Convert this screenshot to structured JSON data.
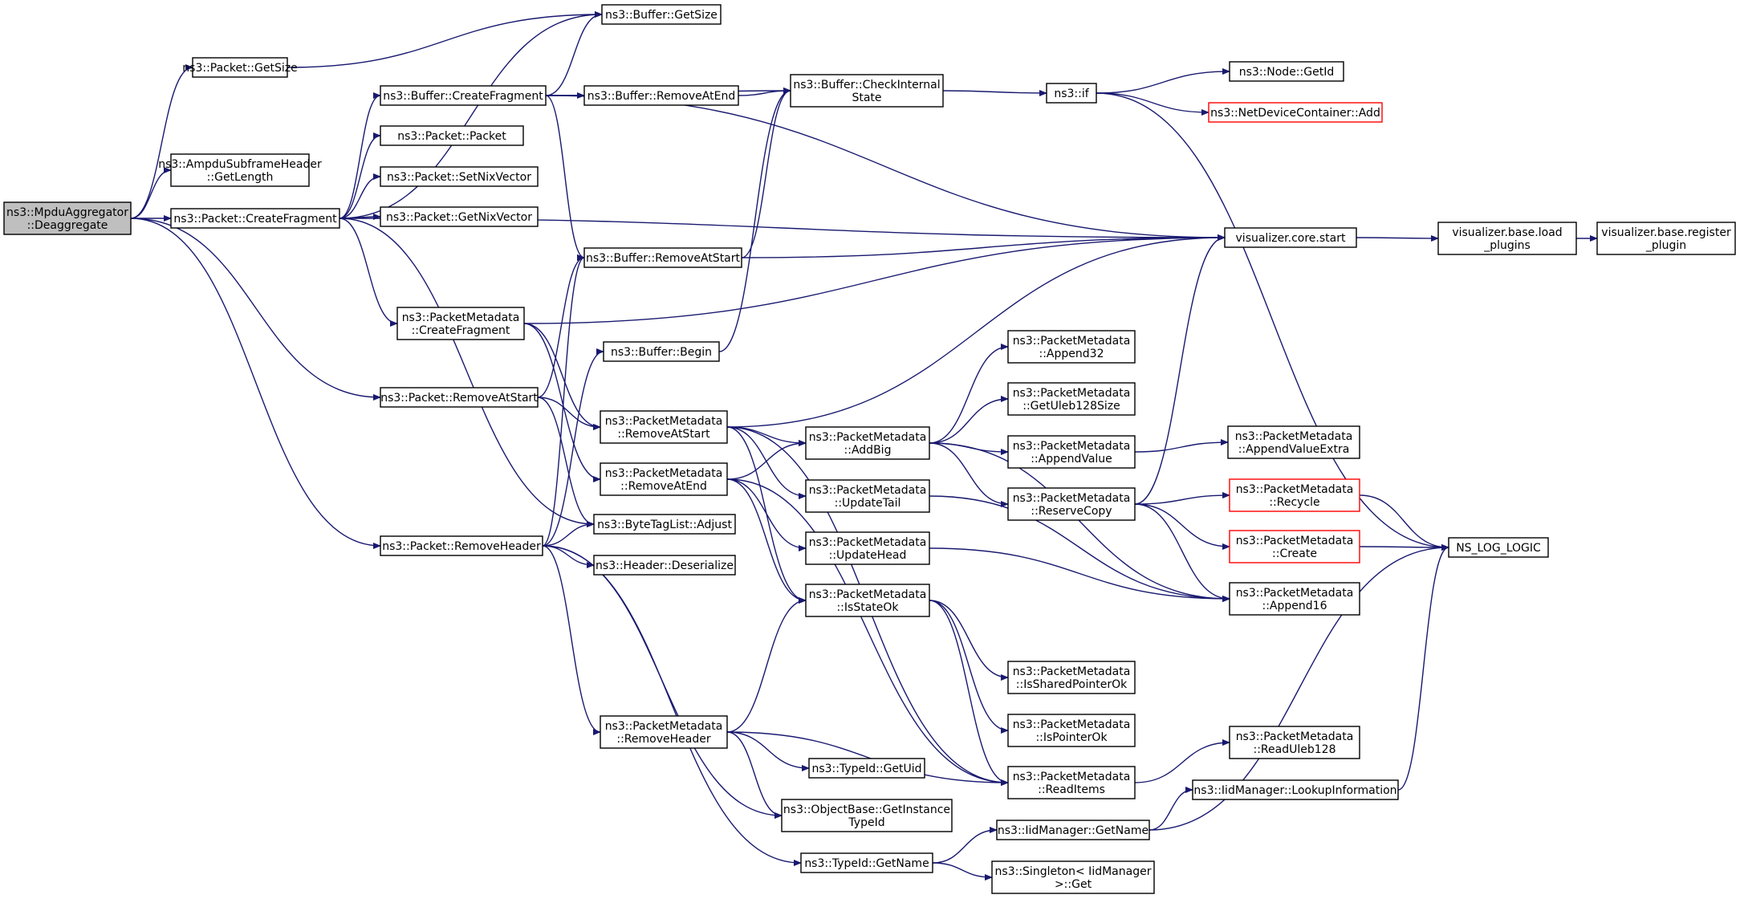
{
  "graph": {
    "title": "",
    "colors": {
      "edge": "#191970",
      "root_fill": "#bfbfbf",
      "node_border": "#000000",
      "truncated_border": "#ff0000",
      "background": "#ffffff"
    },
    "nodes": [
      {
        "id": "root",
        "lines": [
          "ns3::MpduAggregator",
          "::Deaggregate"
        ],
        "root": true
      },
      {
        "id": "pkt_getsize",
        "lines": [
          "ns3::Packet::GetSize"
        ]
      },
      {
        "id": "ampdu_getlength",
        "lines": [
          "ns3::AmpduSubframeHeader",
          "::GetLength"
        ]
      },
      {
        "id": "pkt_createfragment",
        "lines": [
          "ns3::Packet::CreateFragment"
        ]
      },
      {
        "id": "pkt_removeatstart",
        "lines": [
          "ns3::Packet::RemoveAtStart"
        ]
      },
      {
        "id": "pkt_removeheader",
        "lines": [
          "ns3::Packet::RemoveHeader"
        ]
      },
      {
        "id": "buf_getsize",
        "lines": [
          "ns3::Buffer::GetSize"
        ]
      },
      {
        "id": "buf_createfragment",
        "lines": [
          "ns3::Buffer::CreateFragment"
        ]
      },
      {
        "id": "pkt_packet",
        "lines": [
          "ns3::Packet::Packet"
        ]
      },
      {
        "id": "pkt_setnix",
        "lines": [
          "ns3::Packet::SetNixVector"
        ]
      },
      {
        "id": "pkt_getnix",
        "lines": [
          "ns3::Packet::GetNixVector"
        ]
      },
      {
        "id": "pm_createfragment",
        "lines": [
          "ns3::PacketMetadata",
          "::CreateFragment"
        ]
      },
      {
        "id": "buf_removeatend",
        "lines": [
          "ns3::Buffer::RemoveAtEnd"
        ]
      },
      {
        "id": "buf_checkinternal",
        "lines": [
          "ns3::Buffer::CheckInternal",
          "State"
        ]
      },
      {
        "id": "buf_removeatstart",
        "lines": [
          "ns3::Buffer::RemoveAtStart"
        ]
      },
      {
        "id": "buf_begin",
        "lines": [
          "ns3::Buffer::Begin"
        ]
      },
      {
        "id": "pm_removeatstart",
        "lines": [
          "ns3::PacketMetadata",
          "::RemoveAtStart"
        ]
      },
      {
        "id": "pm_removeatend",
        "lines": [
          "ns3::PacketMetadata",
          "::RemoveAtEnd"
        ]
      },
      {
        "id": "btl_adjust",
        "lines": [
          "ns3::ByteTagList::Adjust"
        ]
      },
      {
        "id": "hdr_deserialize",
        "lines": [
          "ns3::Header::Deserialize"
        ]
      },
      {
        "id": "pm_removeheader",
        "lines": [
          "ns3::PacketMetadata",
          "::RemoveHeader"
        ]
      },
      {
        "id": "ob_getinstance",
        "lines": [
          "ns3::ObjectBase::GetInstance",
          "TypeId"
        ]
      },
      {
        "id": "typeid_getname",
        "lines": [
          "ns3::TypeId::GetName"
        ]
      },
      {
        "id": "typeid_getuid",
        "lines": [
          "ns3::TypeId::GetUid"
        ]
      },
      {
        "id": "ns3_if",
        "lines": [
          "ns3::if"
        ]
      },
      {
        "id": "node_getid",
        "lines": [
          "ns3::Node::GetId"
        ]
      },
      {
        "id": "ndc_add",
        "lines": [
          "ns3::NetDeviceContainer::Add"
        ],
        "truncated": true
      },
      {
        "id": "vis_core_start",
        "lines": [
          "visualizer.core.start"
        ]
      },
      {
        "id": "vis_load_plugins",
        "lines": [
          "visualizer.base.load",
          "_plugins"
        ]
      },
      {
        "id": "vis_register_plugin",
        "lines": [
          "visualizer.base.register",
          "_plugin"
        ]
      },
      {
        "id": "pm_addbig",
        "lines": [
          "ns3::PacketMetadata",
          "::AddBig"
        ]
      },
      {
        "id": "pm_updatetail",
        "lines": [
          "ns3::PacketMetadata",
          "::UpdateTail"
        ]
      },
      {
        "id": "pm_updatehead",
        "lines": [
          "ns3::PacketMetadata",
          "::UpdateHead"
        ]
      },
      {
        "id": "pm_isstateok",
        "lines": [
          "ns3::PacketMetadata",
          "::IsStateOk"
        ]
      },
      {
        "id": "pm_append32",
        "lines": [
          "ns3::PacketMetadata",
          "::Append32"
        ]
      },
      {
        "id": "pm_getuleb128size",
        "lines": [
          "ns3::PacketMetadata",
          "::GetUleb128Size"
        ]
      },
      {
        "id": "pm_appendvalue",
        "lines": [
          "ns3::PacketMetadata",
          "::AppendValue"
        ]
      },
      {
        "id": "pm_reservecopy",
        "lines": [
          "ns3::PacketMetadata",
          "::ReserveCopy"
        ]
      },
      {
        "id": "pm_issharedpointerok",
        "lines": [
          "ns3::PacketMetadata",
          "::IsSharedPointerOk"
        ]
      },
      {
        "id": "pm_ispointerok",
        "lines": [
          "ns3::PacketMetadata",
          "::IsPointerOk"
        ]
      },
      {
        "id": "pm_readitems",
        "lines": [
          "ns3::PacketMetadata",
          "::ReadItems"
        ]
      },
      {
        "id": "iid_getname",
        "lines": [
          "ns3::IidManager::GetName"
        ]
      },
      {
        "id": "singleton_get",
        "lines": [
          "ns3::Singleton< IidManager",
          ">::Get"
        ]
      },
      {
        "id": "iid_lookupinfo",
        "lines": [
          "ns3::IidManager::LookupInformation"
        ]
      },
      {
        "id": "pm_appendvalueextra",
        "lines": [
          "ns3::PacketMetadata",
          "::AppendValueExtra"
        ]
      },
      {
        "id": "pm_recycle",
        "lines": [
          "ns3::PacketMetadata",
          "::Recycle"
        ],
        "truncated": true
      },
      {
        "id": "pm_create",
        "lines": [
          "ns3::PacketMetadata",
          "::Create"
        ],
        "truncated": true
      },
      {
        "id": "pm_append16",
        "lines": [
          "ns3::PacketMetadata",
          "::Append16"
        ]
      },
      {
        "id": "pm_readuleb128",
        "lines": [
          "ns3::PacketMetadata",
          "::ReadUleb128"
        ]
      },
      {
        "id": "ns_log_logic",
        "lines": [
          "NS_LOG_LOGIC"
        ]
      }
    ],
    "edges": [
      [
        "root",
        "pkt_getsize"
      ],
      [
        "root",
        "ampdu_getlength"
      ],
      [
        "root",
        "pkt_createfragment"
      ],
      [
        "root",
        "pkt_removeatstart"
      ],
      [
        "root",
        "pkt_removeheader"
      ],
      [
        "pkt_getsize",
        "buf_getsize"
      ],
      [
        "pkt_createfragment",
        "buf_getsize"
      ],
      [
        "pkt_createfragment",
        "buf_createfragment"
      ],
      [
        "pkt_createfragment",
        "pkt_packet"
      ],
      [
        "pkt_createfragment",
        "pkt_setnix"
      ],
      [
        "pkt_createfragment",
        "pkt_getnix"
      ],
      [
        "pkt_createfragment",
        "pm_createfragment"
      ],
      [
        "pkt_createfragment",
        "btl_adjust"
      ],
      [
        "pkt_createfragment",
        "vis_core_start"
      ],
      [
        "buf_createfragment",
        "buf_getsize"
      ],
      [
        "buf_createfragment",
        "buf_removeatend"
      ],
      [
        "buf_createfragment",
        "buf_checkinternal"
      ],
      [
        "buf_createfragment",
        "buf_removeatstart"
      ],
      [
        "buf_createfragment",
        "vis_core_start"
      ],
      [
        "buf_removeatend",
        "buf_checkinternal"
      ],
      [
        "buf_checkinternal",
        "ns3_if"
      ],
      [
        "ns3_if",
        "node_getid"
      ],
      [
        "ns3_if",
        "ndc_add"
      ],
      [
        "ns3_if",
        "ns_log_logic"
      ],
      [
        "buf_removeatstart",
        "buf_checkinternal"
      ],
      [
        "buf_removeatstart",
        "vis_core_start"
      ],
      [
        "buf_begin",
        "buf_checkinternal"
      ],
      [
        "pm_createfragment",
        "vis_core_start"
      ],
      [
        "pm_createfragment",
        "pm_removeatstart"
      ],
      [
        "pm_createfragment",
        "pm_removeatend"
      ],
      [
        "pkt_removeatstart",
        "buf_removeatstart"
      ],
      [
        "pkt_removeatstart",
        "pm_removeatstart"
      ],
      [
        "pkt_removeatstart",
        "btl_adjust"
      ],
      [
        "pkt_removeheader",
        "buf_removeatstart"
      ],
      [
        "pkt_removeheader",
        "buf_begin"
      ],
      [
        "pkt_removeheader",
        "btl_adjust"
      ],
      [
        "pkt_removeheader",
        "hdr_deserialize"
      ],
      [
        "pkt_removeheader",
        "pm_removeheader"
      ],
      [
        "pkt_removeheader",
        "ob_getinstance"
      ],
      [
        "pkt_removeheader",
        "typeid_getname"
      ],
      [
        "pm_removeatstart",
        "vis_core_start"
      ],
      [
        "pm_removeatstart",
        "pm_addbig"
      ],
      [
        "pm_removeatstart",
        "pm_updatetail"
      ],
      [
        "pm_removeatstart",
        "pm_isstateok"
      ],
      [
        "pm_removeatstart",
        "pm_readitems"
      ],
      [
        "pm_removeatend",
        "pm_addbig"
      ],
      [
        "pm_removeatend",
        "pm_updatehead"
      ],
      [
        "pm_removeatend",
        "pm_isstateok"
      ],
      [
        "pm_removeatend",
        "pm_readitems"
      ],
      [
        "pm_addbig",
        "pm_append32"
      ],
      [
        "pm_addbig",
        "pm_getuleb128size"
      ],
      [
        "pm_addbig",
        "pm_appendvalue"
      ],
      [
        "pm_addbig",
        "pm_reservecopy"
      ],
      [
        "pm_addbig",
        "pm_append16"
      ],
      [
        "pm_appendvalue",
        "pm_appendvalueextra"
      ],
      [
        "pm_reservecopy",
        "vis_core_start"
      ],
      [
        "pm_reservecopy",
        "pm_recycle"
      ],
      [
        "pm_reservecopy",
        "pm_create"
      ],
      [
        "pm_reservecopy",
        "pm_append16"
      ],
      [
        "pm_recycle",
        "ns_log_logic"
      ],
      [
        "pm_create",
        "ns_log_logic"
      ],
      [
        "pm_updatetail",
        "pm_append16"
      ],
      [
        "pm_updatehead",
        "pm_append16"
      ],
      [
        "pm_isstateok",
        "pm_issharedpointerok"
      ],
      [
        "pm_isstateok",
        "pm_ispointerok"
      ],
      [
        "pm_isstateok",
        "pm_readitems"
      ],
      [
        "pm_readitems",
        "pm_readuleb128"
      ],
      [
        "pm_removeheader",
        "pm_isstateok"
      ],
      [
        "pm_removeheader",
        "pm_readitems"
      ],
      [
        "pm_removeheader",
        "typeid_getuid"
      ],
      [
        "pm_removeheader",
        "ob_getinstance"
      ],
      [
        "typeid_getname",
        "iid_getname"
      ],
      [
        "typeid_getname",
        "singleton_get"
      ],
      [
        "iid_getname",
        "iid_lookupinfo"
      ],
      [
        "iid_getname",
        "ns_log_logic"
      ],
      [
        "iid_lookupinfo",
        "ns_log_logic"
      ],
      [
        "vis_core_start",
        "vis_load_plugins"
      ],
      [
        "vis_load_plugins",
        "vis_register_plugin"
      ]
    ]
  }
}
